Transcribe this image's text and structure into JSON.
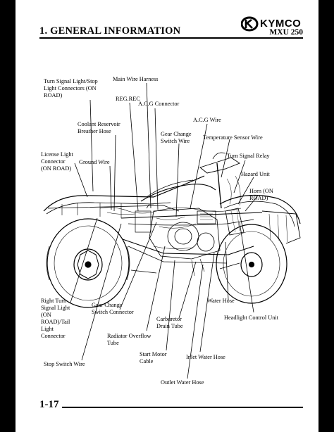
{
  "header": {
    "brand": "KYMCO",
    "section_title": "1. GENERAL INFORMATION",
    "model": "MXU 250"
  },
  "footer": {
    "page_number": "1-17"
  },
  "labels": {
    "turn_signal_stop": [
      "Turn Signal Light/Stop",
      "Light Connectors (ON",
      "ROAD)"
    ],
    "main_wire_harness": [
      "Main Wire Harness"
    ],
    "reg_rec": [
      "REG.REC"
    ],
    "acg_connector": [
      "A.C.G Connector"
    ],
    "coolant_reservoir": [
      "Coolant Reservoir",
      "Breather Hose"
    ],
    "acg_wire": [
      "A.C.G Wire"
    ],
    "gear_change_wire": [
      "Gear Change",
      "Switch Wire"
    ],
    "temp_sensor_wire": [
      "Temperature Sensor Wire"
    ],
    "license_light": [
      "License Light",
      "Connector",
      "(ON ROAD)"
    ],
    "ground_wire": [
      "Ground Wire"
    ],
    "turn_signal_relay": [
      "Turn Signal Relay"
    ],
    "hazard_unit": [
      "Hazard Unit"
    ],
    "horn": [
      "Horn (ON",
      "ROAD)"
    ],
    "right_turn_signal": [
      "Right Turn",
      "Signal Light",
      "(ON",
      "ROAD)/Tail",
      "Light",
      "Connector"
    ],
    "gear_change_connector": [
      "Gear Change",
      "Switch Connector"
    ],
    "carburetor_drain": [
      "Carburetor",
      "Drain Tube"
    ],
    "water_hose": [
      "Water Hose"
    ],
    "headlight_control": [
      "Headlight Control Unit"
    ],
    "radiator_overflow": [
      "Radiator Overflow",
      "Tube"
    ],
    "start_motor_cable": [
      "Start Motor",
      "Cable"
    ],
    "inlet_water_hose": [
      "Inlet Water Hose"
    ],
    "stop_switch_wire": [
      "Stop Switch Wire"
    ],
    "outlet_water_hose": [
      "Outlet Water Hose"
    ]
  }
}
